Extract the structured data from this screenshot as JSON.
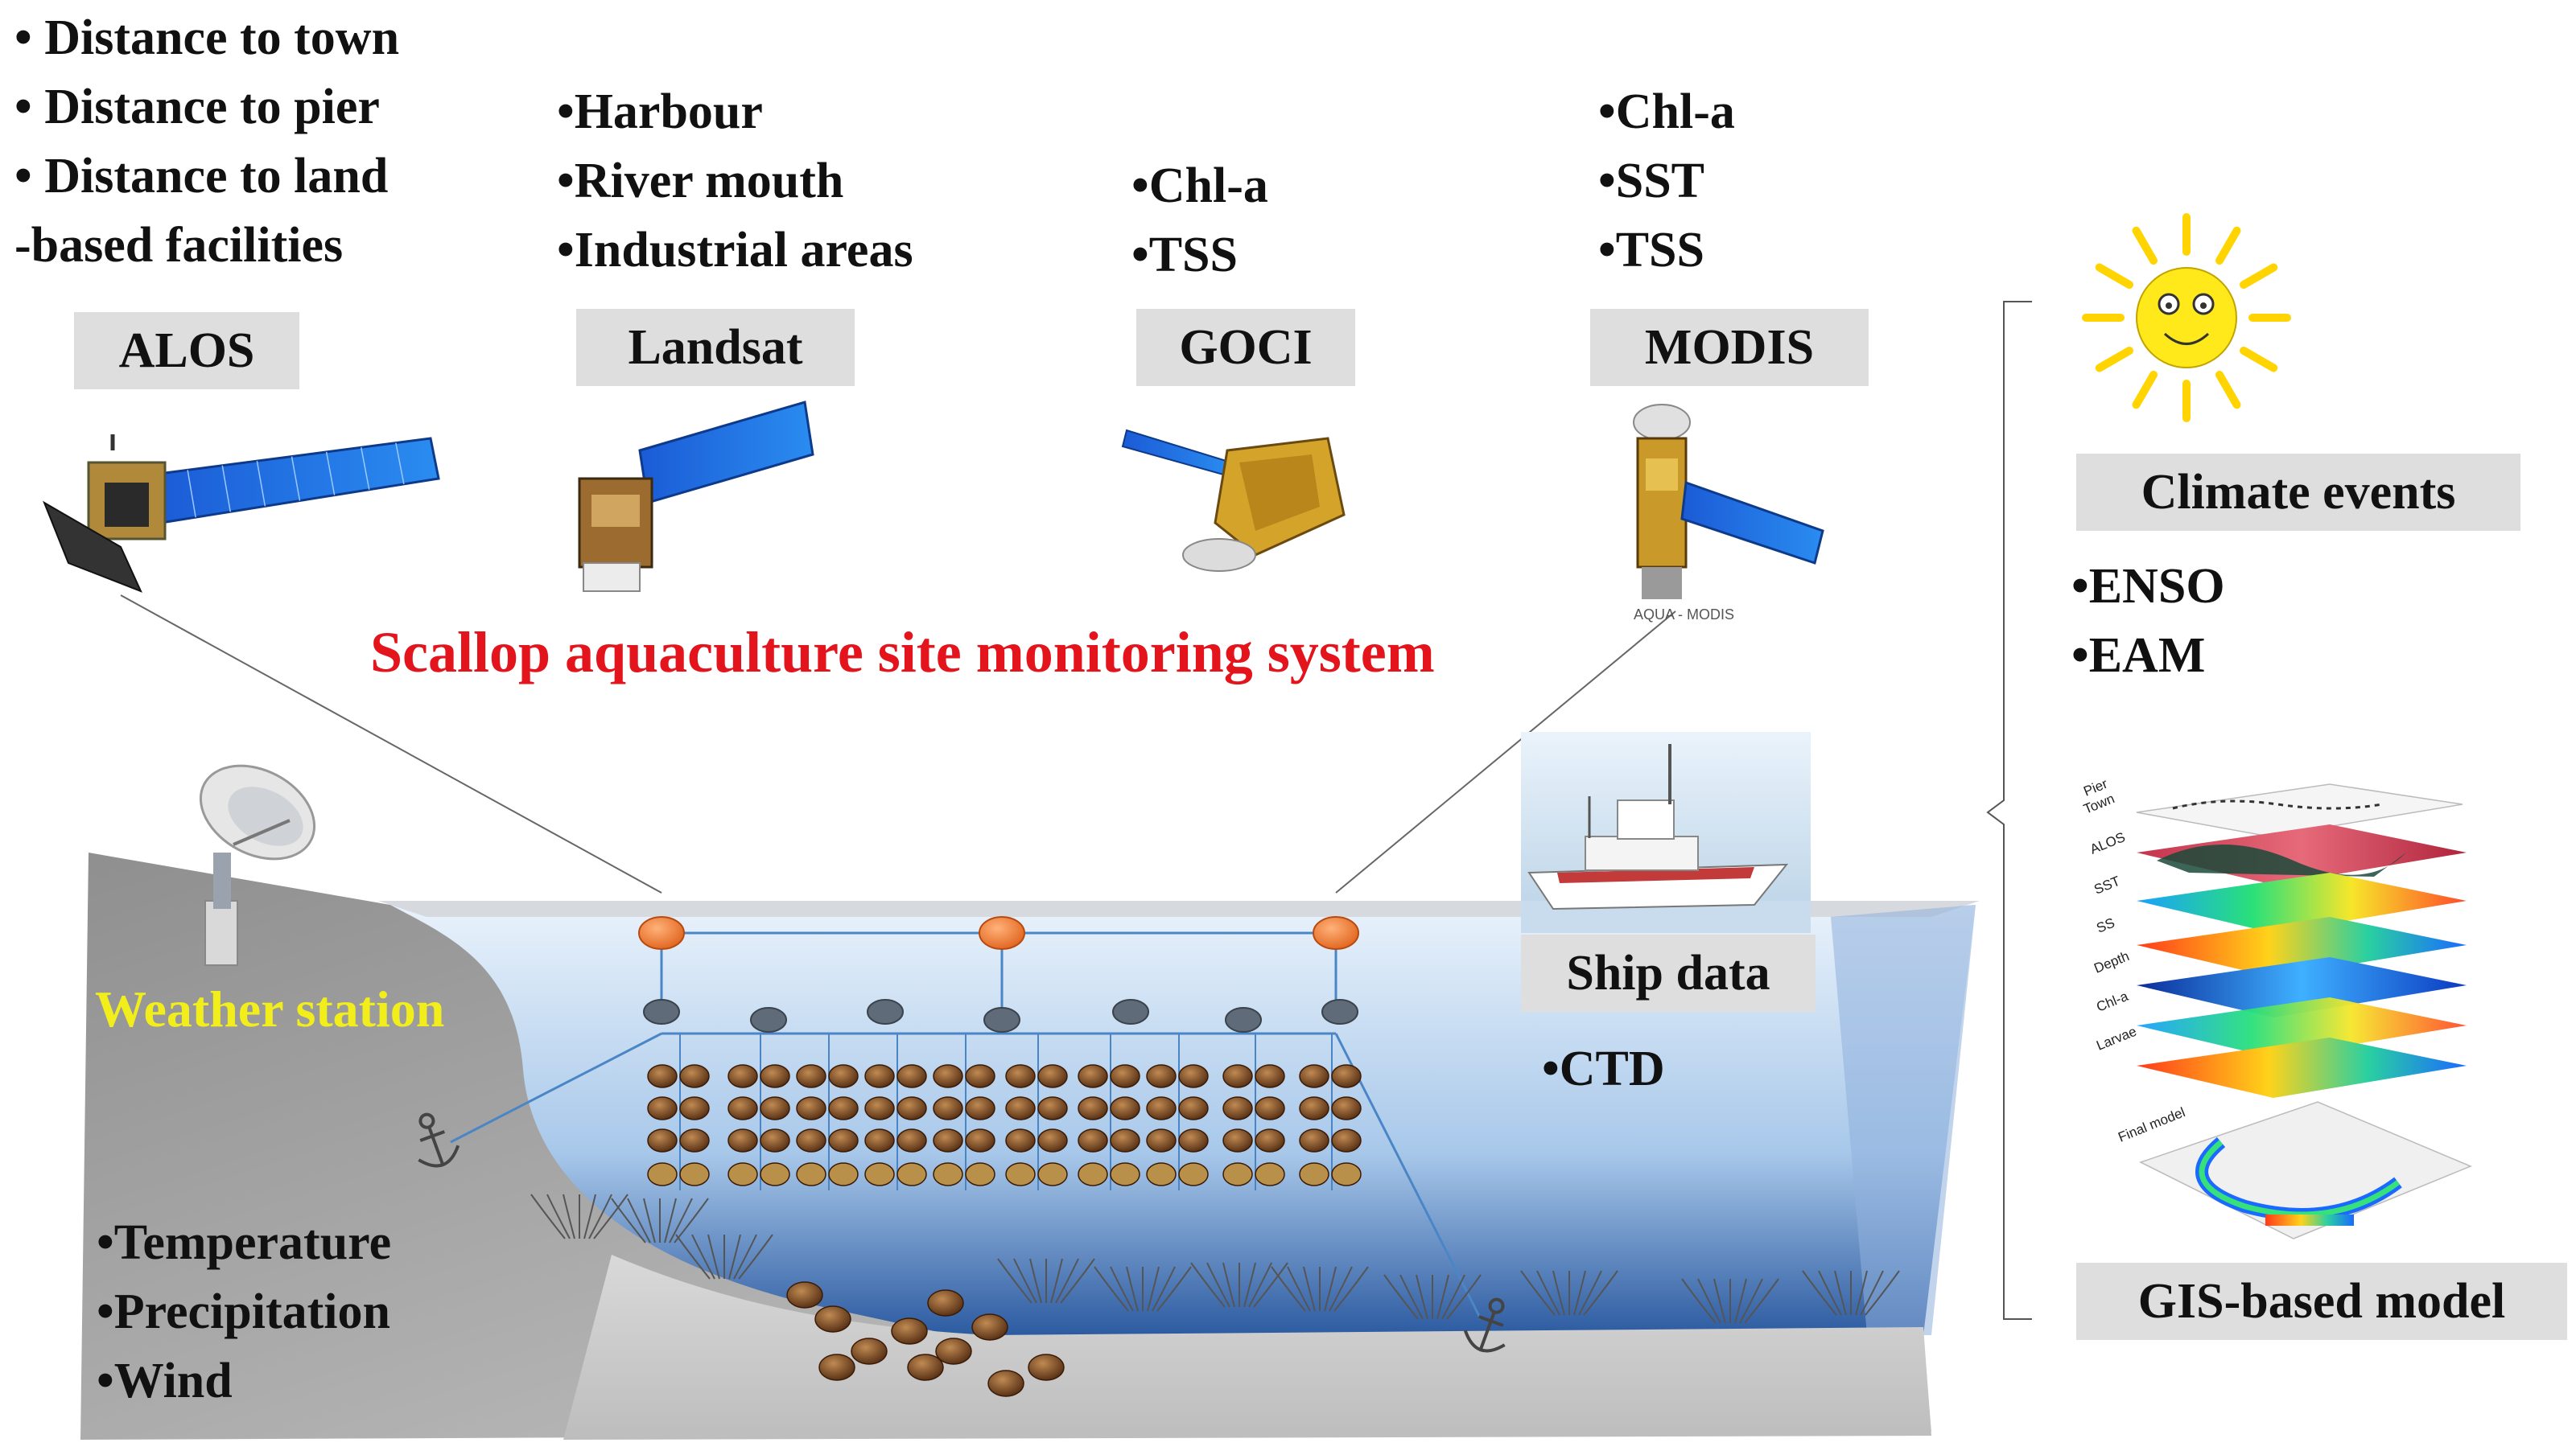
{
  "alos": {
    "name": "ALOS",
    "features": [
      "• Distance to town",
      "• Distance to pier",
      "• Distance to land",
      "-based facilities"
    ]
  },
  "landsat": {
    "name": "Landsat",
    "features": [
      "•Harbour",
      "•River mouth",
      "•Industrial areas"
    ]
  },
  "goci": {
    "name": "GOCI",
    "features": [
      "•Chl-a",
      "•TSS"
    ]
  },
  "modis": {
    "name": "MODIS",
    "features": [
      "•Chl-a",
      "•SST",
      "•TSS"
    ],
    "image_caption": "AQUA - MODIS"
  },
  "system_title": "Scallop aquaculture site monitoring system",
  "weather_station": {
    "label": "Weather station",
    "features": [
      "•Temperature",
      "•Precipitation",
      "•Wind"
    ]
  },
  "ship": {
    "label": "Ship data",
    "features": [
      "•CTD"
    ]
  },
  "climate": {
    "label": "Climate events",
    "features": [
      "•ENSO",
      "•EAM"
    ]
  },
  "gis_model": {
    "label": "GIS-based model",
    "layers": [
      "Pier",
      "Town",
      "ALOS",
      "SST",
      "SS",
      "Depth",
      "Chl-a",
      "Larvae",
      "Final model"
    ]
  },
  "colors": {
    "title_red": "#e3141b",
    "weather_yellow": "#f2ee1c",
    "label_box_gray": "#dedede",
    "buoy_orange": "#f07a2a",
    "float_gray": "#5f6b78",
    "scallop_brown": "#6b3a1a",
    "sun_yellow": "#ffe91a"
  },
  "icons": [
    "satellite-icon",
    "dish-antenna-icon",
    "anchor-icon",
    "sun-face-icon",
    "seagrass-icon",
    "scallop-icon",
    "ship-icon"
  ]
}
